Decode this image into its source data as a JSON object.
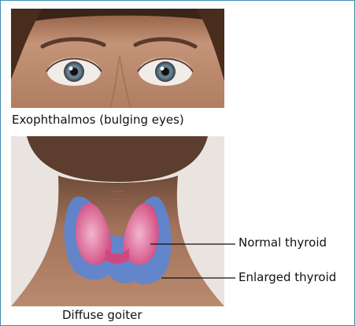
{
  "captions": {
    "top": "Exophthalmos (bulging eyes)",
    "bottom": "Diffuse goiter"
  },
  "labels": {
    "normal": "Normal thyroid",
    "enlarged": "Enlarged thyroid"
  },
  "colors": {
    "frame": "#3f8fb5",
    "skin": "#a9785c",
    "normal_thyroid": "#d9598f",
    "enlarged_thyroid": "#5b86d6"
  }
}
